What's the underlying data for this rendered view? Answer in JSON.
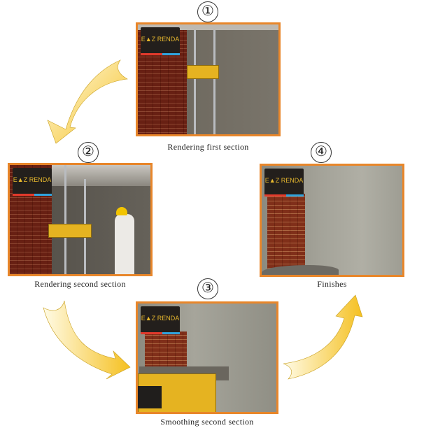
{
  "steps": [
    {
      "number": "①",
      "caption": "Rendering first section",
      "logo": "E▲Z RENDA"
    },
    {
      "number": "②",
      "caption": "Rendering second section",
      "logo": "E▲Z RENDA"
    },
    {
      "number": "③",
      "caption": "Smoothing second section",
      "logo": "E▲Z RENDA"
    },
    {
      "number": "④",
      "caption": "Finishes",
      "logo": "E▲Z RENDA"
    }
  ],
  "colors": {
    "frame": "#e8862a",
    "arrow": "#f5c531",
    "logo_red": "#e23a2c",
    "logo_blue": "#2fa3dd"
  }
}
